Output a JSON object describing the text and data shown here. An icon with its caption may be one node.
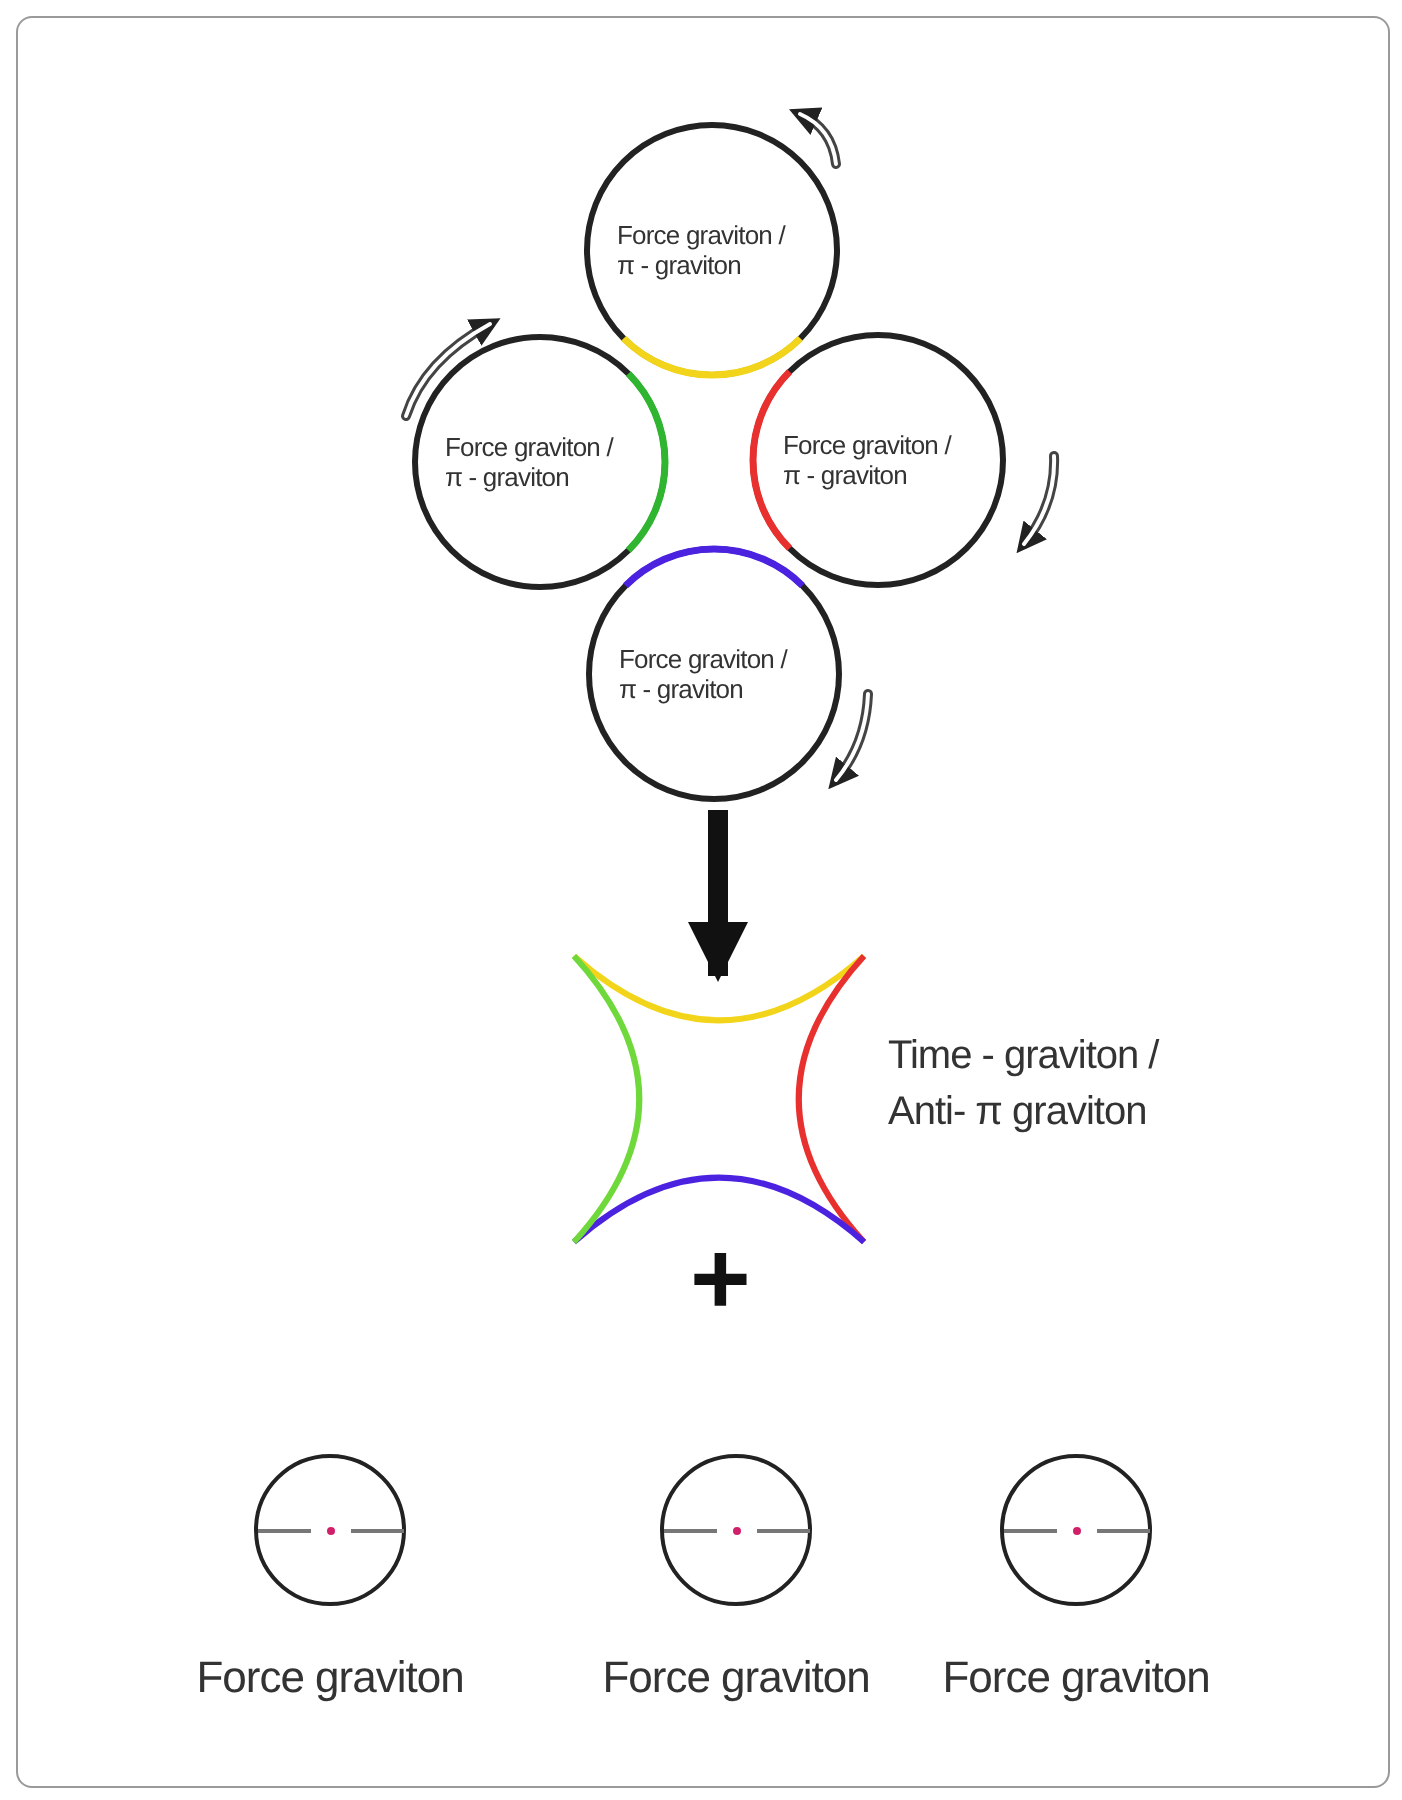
{
  "diagram": {
    "nodes": [
      {
        "text": [
          "Force graviton / π - graviton"
        ]
      },
      {
        "text": [
          "Force graviton / π - graviton"
        ]
      },
      {
        "text": [
          "Force graviton / π - graviton"
        ]
      },
      {
        "text": [
          "Force graviton / π - graviton"
        ]
      },
      {
        "text": [],
        "shape": "astroid",
        "beside": [
          "Time - graviton / Anti- π graviton"
        ]
      },
      {
        "text": [],
        "shape": "circle",
        "beside": [
          "Force graviton"
        ]
      },
      {
        "text": [],
        "shape": "circle",
        "beside": [
          "Force graviton"
        ]
      },
      {
        "text": [],
        "shape": "circle",
        "beside": [
          "Force graviton"
        ]
      }
    ],
    "edges": [
      {
        "from": 3,
        "to": 4,
        "arrow": "to"
      }
    ],
    "labels": [
      "+"
    ]
  }
}
